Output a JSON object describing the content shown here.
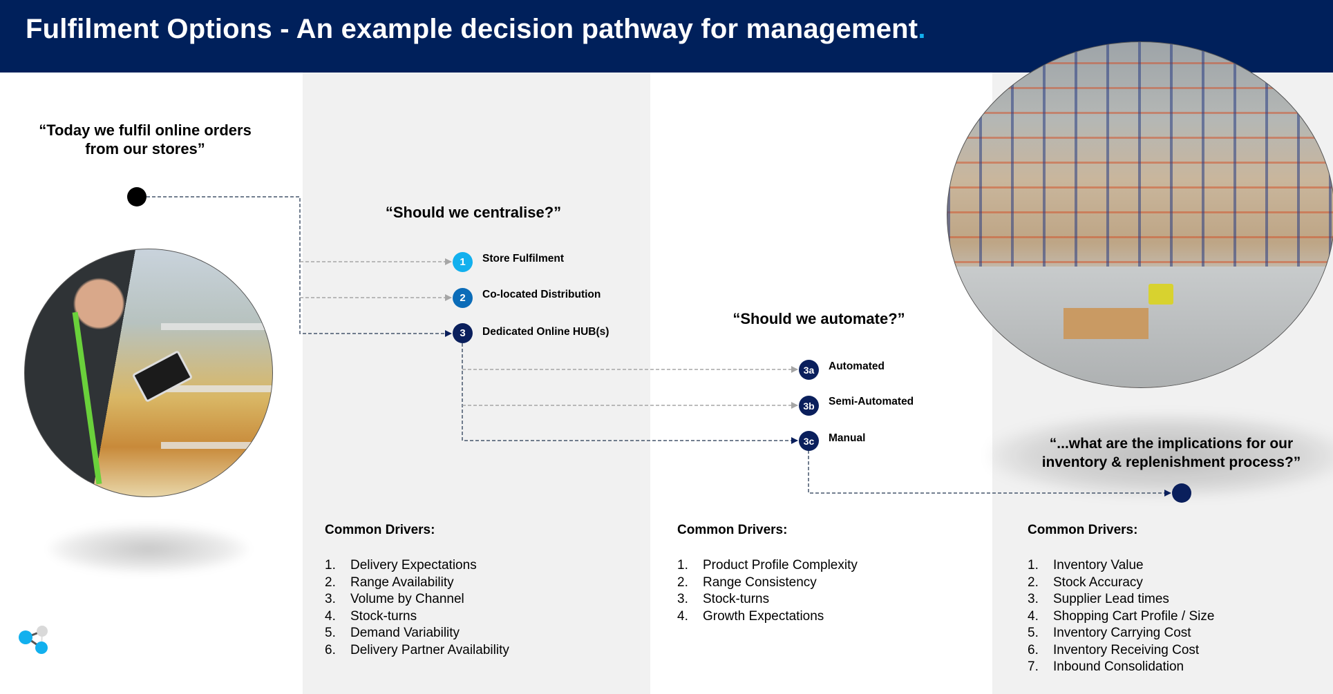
{
  "header": {
    "title": "Fulfilment Options - An example decision pathway for management",
    "title_dot": "."
  },
  "colors": {
    "header_bg": "#00205B",
    "accent_light_blue": "#12B0EE",
    "accent_mid_blue": "#0B6CB8",
    "accent_navy": "#0A1F5C",
    "panel_gray": "#F1F1F1",
    "connector_gray": "#A6A6A6",
    "connector_navy": "#44546A"
  },
  "start": {
    "quote": "“Today we fulfil online orders from our stores”",
    "image": "store-worker-scanning-shelves-photo"
  },
  "centralise": {
    "question": "“Should we centralise?”",
    "options": [
      {
        "badge": "1",
        "label": "Store Fulfilment",
        "color": "#12B0EE"
      },
      {
        "badge": "2",
        "label": "Co-located Distribution",
        "color": "#0B6CB8"
      },
      {
        "badge": "3",
        "label": "Dedicated Online HUB(s)",
        "color": "#0A1F5C"
      }
    ],
    "drivers_title": "Common Drivers:",
    "drivers": [
      "Delivery Expectations",
      "Range Availability",
      "Volume by Channel",
      "Stock-turns",
      "Demand Variability",
      "Delivery Partner Availability"
    ]
  },
  "automate": {
    "question": "“Should we automate?”",
    "options": [
      {
        "badge": "3a",
        "label": "Automated"
      },
      {
        "badge": "3b",
        "label": "Semi-Automated"
      },
      {
        "badge": "3c",
        "label": "Manual"
      }
    ],
    "drivers_title": "Common Drivers:",
    "drivers": [
      "Product Profile Complexity",
      "Range Consistency",
      "Stock-turns",
      "Growth Expectations"
    ]
  },
  "implications": {
    "quote": "“...what are the implications for our inventory & replenishment process?”",
    "image": "warehouse-interior-photo",
    "drivers_title": "Common Drivers:",
    "drivers": [
      "Inventory Value",
      "Stock Accuracy",
      "Supplier Lead times",
      "Shopping Cart Profile / Size",
      "Inventory Carrying Cost",
      "Inventory Receiving Cost",
      "Inbound Consolidation"
    ]
  },
  "footer": {
    "icon": "share-icon"
  }
}
